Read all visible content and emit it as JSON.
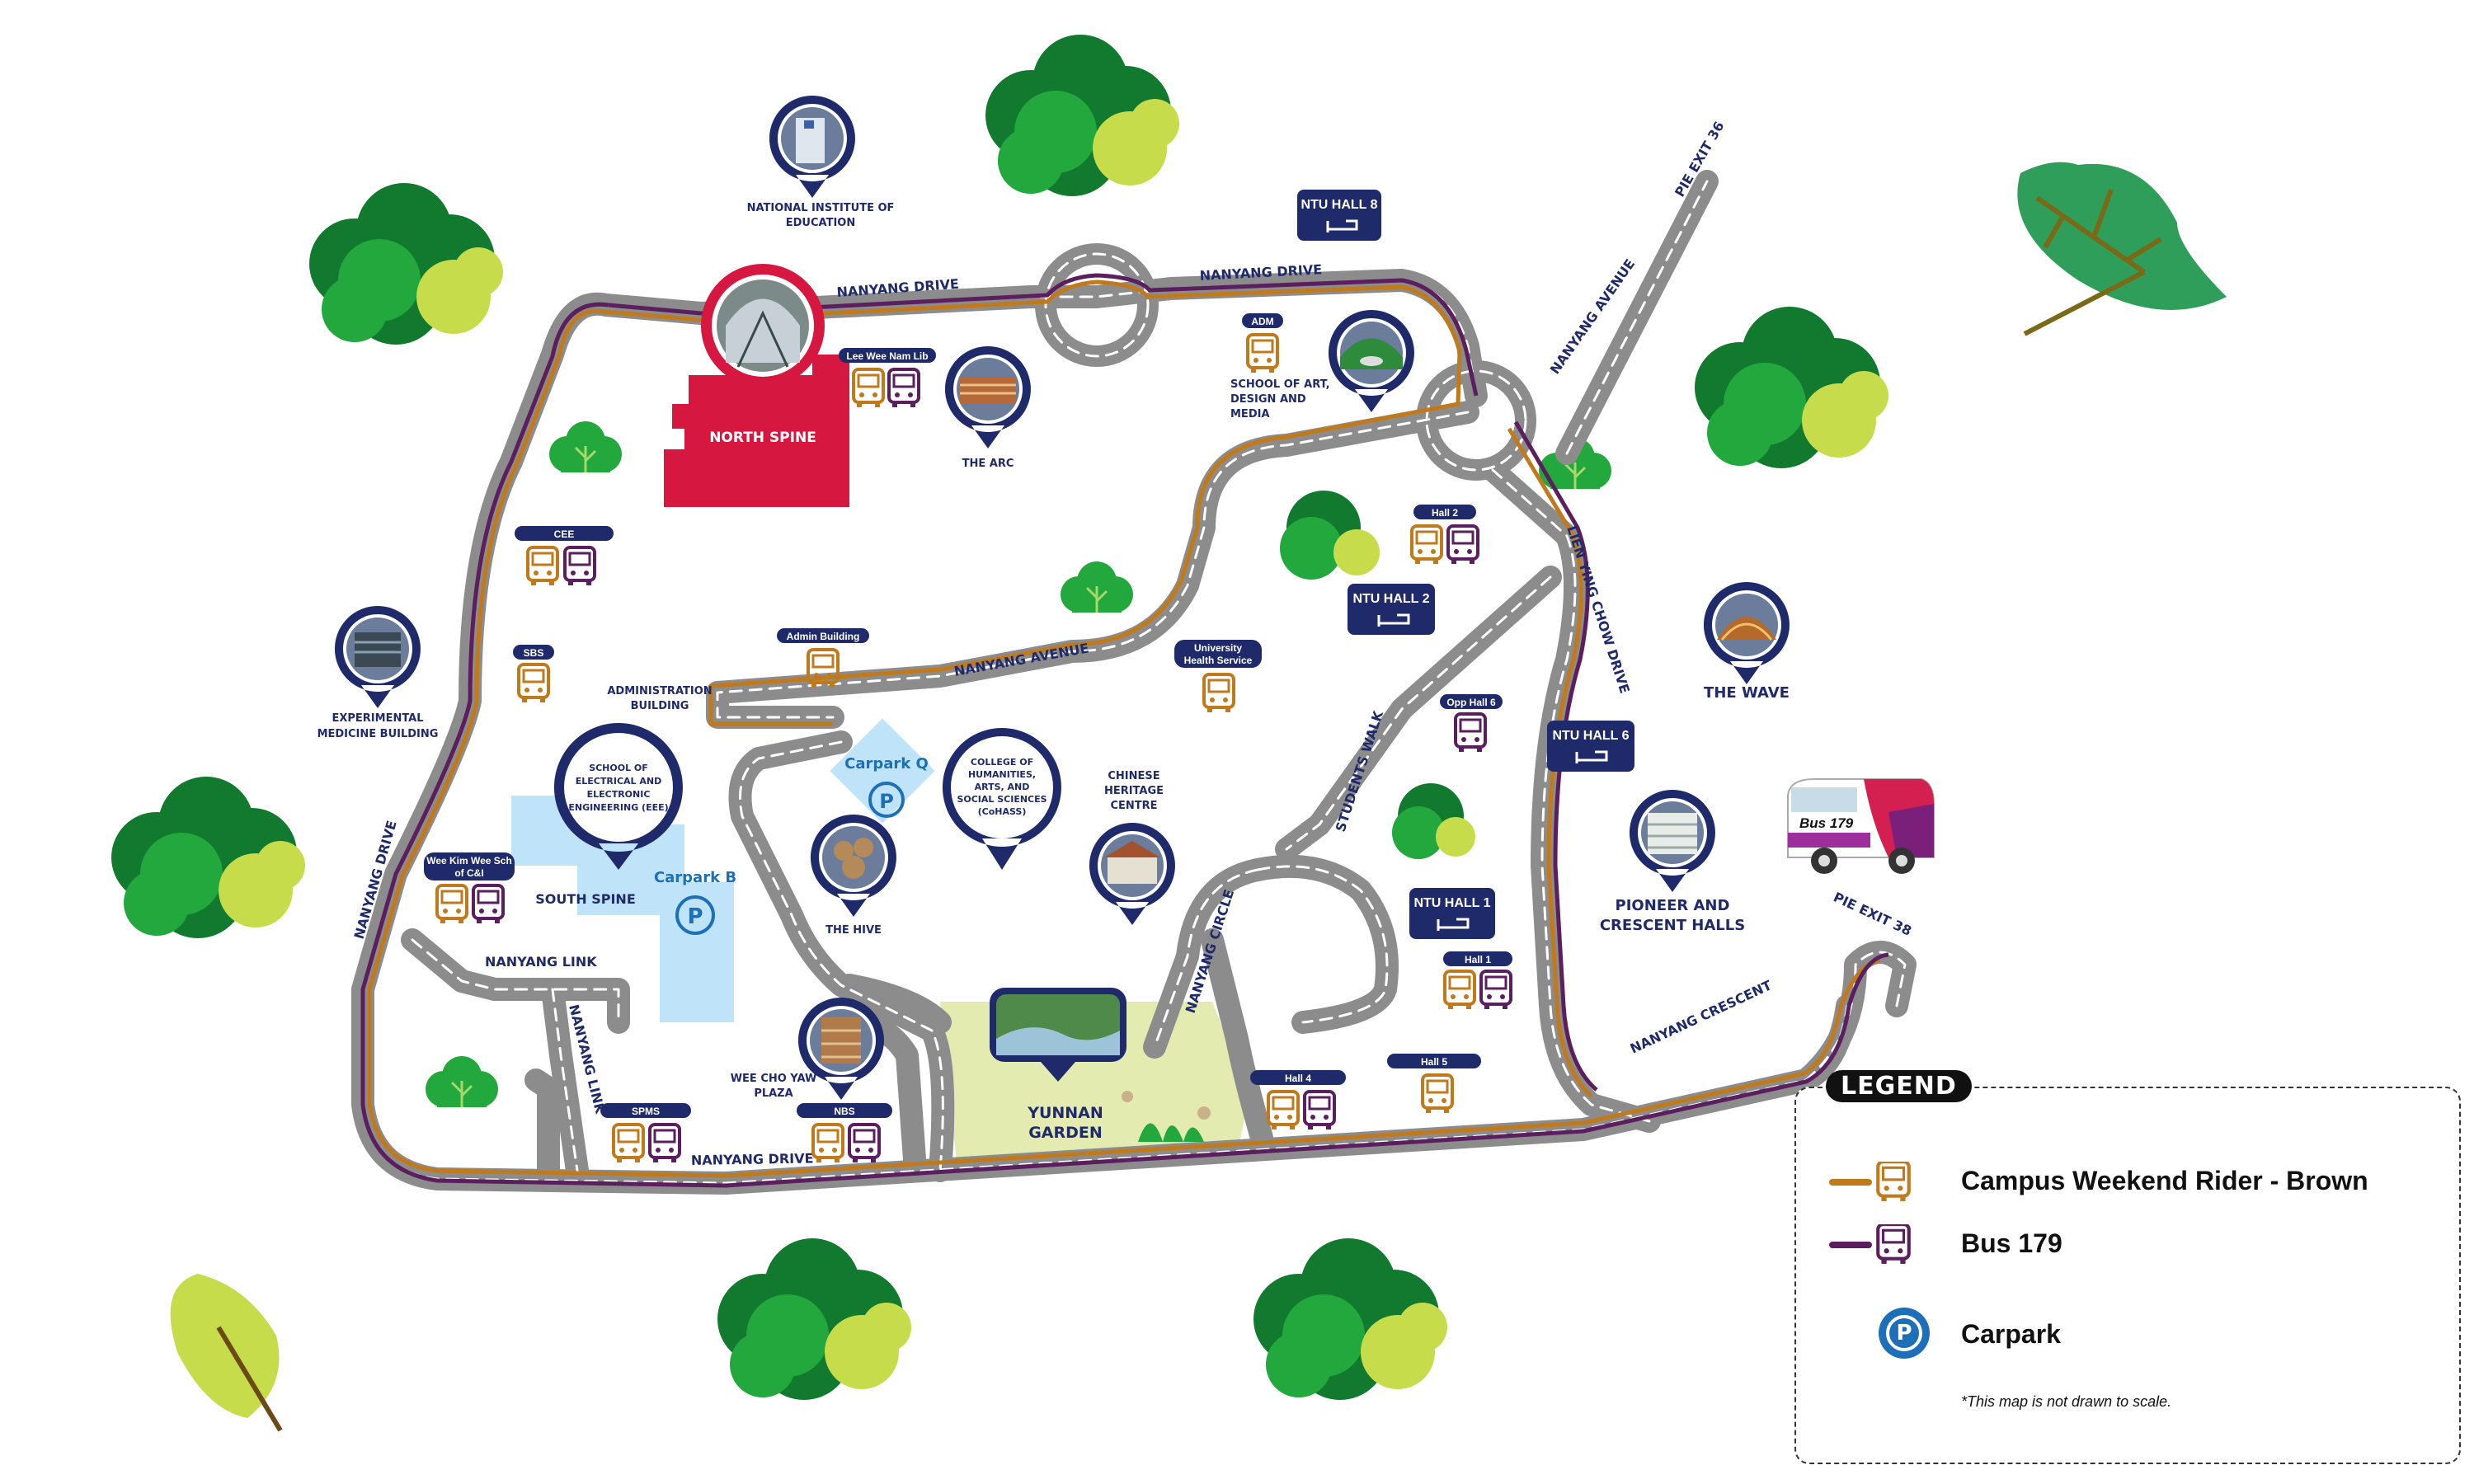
{
  "colors": {
    "road": "#8c8c8c",
    "road_dash": "#ffffff",
    "brown_route": "#c07a1c",
    "purple_route": "#5b1f5f",
    "navy": "#1f2a6b",
    "north_spine": "#d6173f",
    "carpark": "#bfe4fa",
    "carpark_icon": "#1d6fb8",
    "garden": "#e4ebb0",
    "tree_dark": "#117a2e",
    "tree_mid": "#22a83c",
    "tree_light": "#c7dc4a"
  },
  "roads": {
    "nanyang_drive_top": "NANYANG DRIVE",
    "nanyang_drive_top2": "NANYANG DRIVE",
    "nanyang_drive_left": "NANYANG DRIVE",
    "nanyang_drive_bottom": "NANYANG DRIVE",
    "nanyang_avenue_right": "NANYANG AVENUE",
    "nanyang_avenue_center": "NANYANG AVENUE",
    "pie_exit_36": "PIE EXIT 36",
    "pie_exit_38": "PIE EXIT 38",
    "lien_ying_chow": "LIEN YING CHOW DRIVE",
    "students_walk": "STUDENTS WALK",
    "nanyang_circle": "NANYANG CIRCLE",
    "nanyang_crescent": "NANYANG CRESCENT",
    "nanyang_link_h": "NANYANG LINK",
    "nanyang_link_v": "NANYANG LINK"
  },
  "landmarks": {
    "nie": [
      "NATIONAL INSTITUTE OF",
      "EDUCATION"
    ],
    "north_spine": "NORTH SPINE",
    "the_arc": "THE ARC",
    "adm": [
      "SCHOOL OF ART,",
      "DESIGN AND",
      "MEDIA"
    ],
    "experimental": [
      "EXPERIMENTAL",
      "MEDICINE BUILDING"
    ],
    "admin_building": [
      "ADMINISTRATION",
      "BUILDING"
    ],
    "eee": [
      "SCHOOL OF",
      "ELECTRICAL AND",
      "ELECTRONIC",
      "ENGINEERING (EEE)"
    ],
    "south_spine": "SOUTH SPINE",
    "carpark_b": "Carpark B",
    "carpark_q": "Carpark Q",
    "the_hive": "THE HIVE",
    "cohass": [
      "COLLEGE OF",
      "HUMANITIES,",
      "ARTS, AND",
      "SOCIAL SCIENCES",
      "(CoHASS)"
    ],
    "chc": [
      "CHINESE",
      "HERITAGE",
      "CENTRE"
    ],
    "wee_cho_yaw": [
      "WEE CHO YAW",
      "PLAZA"
    ],
    "yunnan_garden": [
      "YUNNAN",
      "GARDEN"
    ],
    "the_wave": "THE WAVE",
    "pioneer": [
      "PIONEER AND",
      "CRESCENT HALLS"
    ],
    "parking_symbol": "P"
  },
  "bus_stops": {
    "lee_wee_nam": "Lee Wee Nam Lib",
    "adm": "ADM",
    "cee": "CEE",
    "sbs": "SBS",
    "admin_building": "Admin Building",
    "uhs": [
      "University",
      "Health Service"
    ],
    "hall2": "Hall 2",
    "opp_hall6": "Opp Hall 6",
    "hall1": "Hall 1",
    "hall4": "Hall 4",
    "hall5": "Hall 5",
    "wee_kim_wee": [
      "Wee Kim Wee Sch",
      "of C&I"
    ],
    "spms": "SPMS",
    "nbs": "NBS"
  },
  "halls": {
    "hall8": "NTU HALL 8",
    "hall2": "NTU HALL 2",
    "hall6": "NTU HALL 6",
    "hall1": "NTU HALL 1"
  },
  "bus_graphic": "Bus 179",
  "legend": {
    "title": "LEGEND",
    "brown": "Campus Weekend Rider - Brown",
    "purple": "Bus 179",
    "carpark": "Carpark",
    "note": "*This map is not drawn to scale."
  }
}
